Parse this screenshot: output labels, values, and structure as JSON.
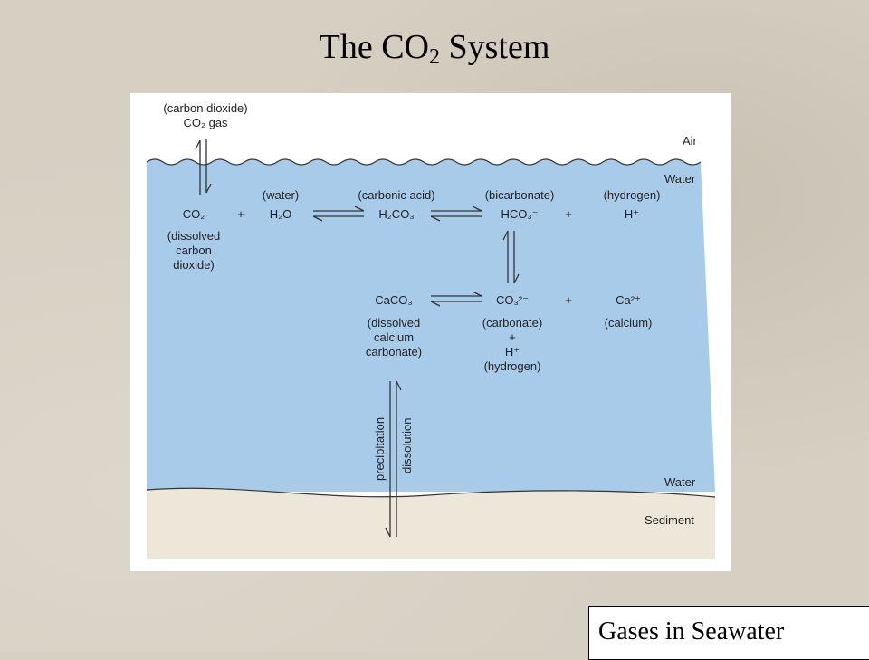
{
  "slide": {
    "title_main": "The CO",
    "title_sub": "2",
    "title_rest": " System",
    "footer_label": "Gases in Seawater"
  },
  "diagram": {
    "layers": {
      "air": "Air",
      "water_top": "Water",
      "water_bottom": "Water",
      "sediment": "Sediment"
    },
    "gas": {
      "name": "(carbon dioxide)",
      "formula": "CO₂ gas"
    },
    "row1": {
      "co2": {
        "formula": "CO₂",
        "name_l1": "(dissolved",
        "name_l2": "carbon",
        "name_l3": "dioxide)"
      },
      "plus1": "+",
      "h2o": {
        "name": "(water)",
        "formula": "H₂O"
      },
      "h2co3": {
        "name": "(carbonic acid)",
        "formula": "H₂CO₃"
      },
      "hco3": {
        "name": "(bicarbonate)",
        "formula": "HCO₃⁻"
      },
      "plus2": "+",
      "h": {
        "name": "(hydrogen)",
        "formula": "H⁺"
      }
    },
    "row2": {
      "caco3": {
        "formula": "CaCO₃",
        "name_l1": "(dissolved",
        "name_l2": "calcium",
        "name_l3": "carbonate)"
      },
      "co3": {
        "formula": "CO₃²⁻",
        "name": "(carbonate)",
        "plus": "+",
        "h_formula": "H⁺",
        "h_name": "(hydrogen)"
      },
      "plus": "+",
      "ca": {
        "name": "(calcium)",
        "formula": "Ca²⁺"
      }
    },
    "process": {
      "precipitation": "precipitation",
      "dissolution": "dissolution"
    },
    "colors": {
      "water": "#a9cbea",
      "sediment": "#ede7da",
      "air": "#ffffff"
    }
  }
}
